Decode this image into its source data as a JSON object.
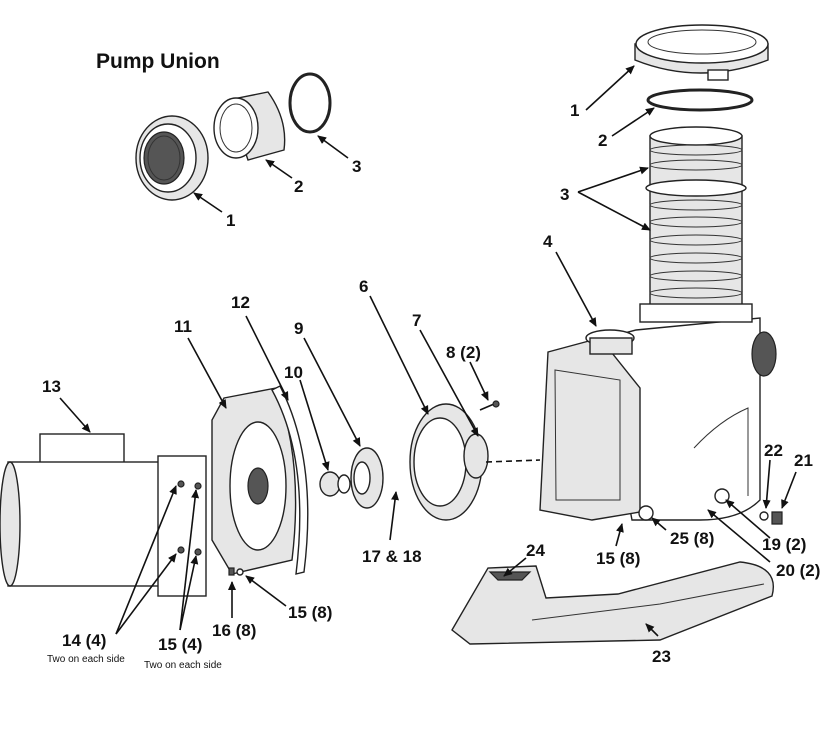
{
  "title": "Pump Union",
  "colors": {
    "line": "#222222",
    "background": "#ffffff",
    "shade": "#e6e6e6"
  },
  "union_labels": [
    "1",
    "2",
    "3"
  ],
  "parts": [
    {
      "id": "p1",
      "label": "1"
    },
    {
      "id": "p2",
      "label": "2"
    },
    {
      "id": "p3",
      "label": "3"
    },
    {
      "id": "p4",
      "label": "4"
    },
    {
      "id": "p6",
      "label": "6"
    },
    {
      "id": "p7",
      "label": "7"
    },
    {
      "id": "p8",
      "label": "8 (2)"
    },
    {
      "id": "p9",
      "label": "9"
    },
    {
      "id": "p10",
      "label": "10"
    },
    {
      "id": "p11",
      "label": "11"
    },
    {
      "id": "p12",
      "label": "12"
    },
    {
      "id": "p13",
      "label": "13"
    },
    {
      "id": "p14",
      "label": "14 (4)"
    },
    {
      "id": "p14note",
      "label": "Two on each side"
    },
    {
      "id": "p15a",
      "label": "15 (4)"
    },
    {
      "id": "p15anote",
      "label": "Two on each side"
    },
    {
      "id": "p15b",
      "label": "15 (8)"
    },
    {
      "id": "p15c",
      "label": "15 (8)"
    },
    {
      "id": "p16",
      "label": "16 (8)"
    },
    {
      "id": "p17",
      "label": "17 & 18"
    },
    {
      "id": "p19",
      "label": "19 (2)"
    },
    {
      "id": "p20",
      "label": "20 (2)"
    },
    {
      "id": "p21",
      "label": "21"
    },
    {
      "id": "p22",
      "label": "22"
    },
    {
      "id": "p23",
      "label": "23"
    },
    {
      "id": "p24",
      "label": "24"
    },
    {
      "id": "p25",
      "label": "25 (8)"
    }
  ]
}
